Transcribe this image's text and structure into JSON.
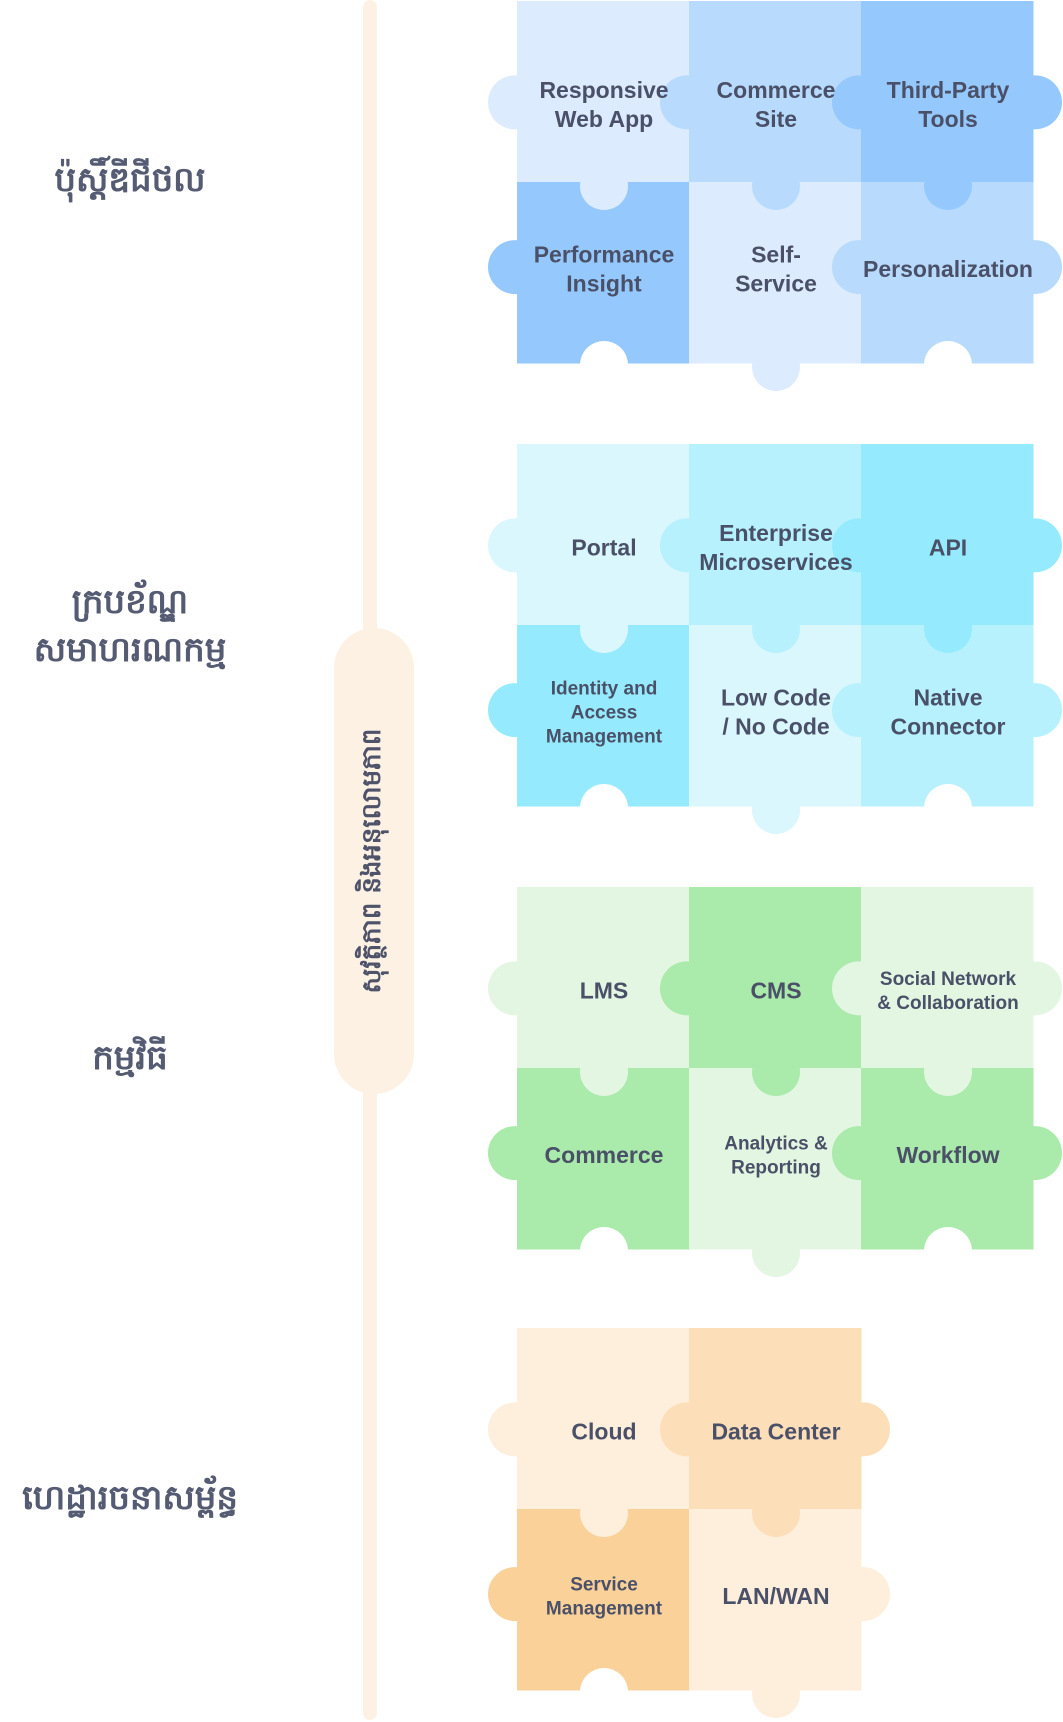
{
  "layers": [
    {
      "label": "ប៉ុស្តិ៍ឌីជីថល",
      "label_lines": [
        "ប៉ុស្តិ៍ឌីជីថល"
      ],
      "columns": 3,
      "palette": {
        "light": "#dcebfd",
        "mid": "#b8dbfd",
        "dark": "#95c9fd"
      },
      "pieces": [
        {
          "label": "Responsive Web App",
          "lines": [
            "Responsive",
            "Web App"
          ],
          "tone": "light",
          "size": "normal"
        },
        {
          "label": "Commerce Site",
          "lines": [
            "Commerce",
            "Site"
          ],
          "tone": "mid",
          "size": "normal"
        },
        {
          "label": "Third-Party Tools",
          "lines": [
            "Third-Party",
            "Tools"
          ],
          "tone": "dark",
          "size": "normal"
        },
        {
          "label": "Performance Insight",
          "lines": [
            "Performance",
            "Insight"
          ],
          "tone": "dark",
          "size": "normal"
        },
        {
          "label": "Self-Service",
          "lines": [
            "Self-",
            "Service"
          ],
          "tone": "light",
          "size": "normal"
        },
        {
          "label": "Personalization",
          "lines": [
            "Personalization"
          ],
          "tone": "mid",
          "size": "normal"
        }
      ]
    },
    {
      "label": "ក្របខ័ណ្ឌសមាហរណកម្ម",
      "label_lines": [
        "ក្របខ័ណ្ឌ",
        "សមាហរណកម្ម"
      ],
      "columns": 3,
      "palette": {
        "light": "#daf7fd",
        "mid": "#b6f1fd",
        "dark": "#95ebfd"
      },
      "pieces": [
        {
          "label": "Portal",
          "lines": [
            "Portal"
          ],
          "tone": "light",
          "size": "normal"
        },
        {
          "label": "Enterprise Microservices",
          "lines": [
            "Enterprise",
            "Microservices"
          ],
          "tone": "mid",
          "size": "normal"
        },
        {
          "label": "API",
          "lines": [
            "API"
          ],
          "tone": "dark",
          "size": "normal"
        },
        {
          "label": "Identity and Access Management",
          "lines": [
            "Identity and",
            "Access",
            "Management"
          ],
          "tone": "dark",
          "size": "small"
        },
        {
          "label": "Low Code / No Code",
          "lines": [
            "Low Code",
            "/ No Code"
          ],
          "tone": "light",
          "size": "normal"
        },
        {
          "label": "Native Connector",
          "lines": [
            "Native",
            "Connector"
          ],
          "tone": "mid",
          "size": "normal"
        }
      ]
    },
    {
      "label": "កម្មវិធី",
      "label_lines": [
        "កម្មវិធី"
      ],
      "columns": 3,
      "palette": {
        "light": "#e2f6e2",
        "mid": "#c9efc6",
        "dark": "#aaeaaa"
      },
      "pieces": [
        {
          "label": "LMS",
          "lines": [
            "LMS"
          ],
          "tone": "light",
          "size": "normal"
        },
        {
          "label": "CMS",
          "lines": [
            "CMS"
          ],
          "tone": "dark",
          "size": "normal"
        },
        {
          "label": "Social Network & Collaboration",
          "lines": [
            "Social Network",
            "& Collaboration"
          ],
          "tone": "light",
          "size": "small"
        },
        {
          "label": "Commerce",
          "lines": [
            "Commerce"
          ],
          "tone": "dark",
          "size": "normal"
        },
        {
          "label": "Analytics & Reporting",
          "lines": [
            "Analytics &",
            "Reporting"
          ],
          "tone": "light",
          "size": "small"
        },
        {
          "label": "Workflow",
          "lines": [
            "Workflow"
          ],
          "tone": "dark",
          "size": "normal"
        }
      ]
    },
    {
      "label": "ហេដ្ឋារចនាសម្ព័ន្ធ",
      "label_lines": [
        "ហេដ្ឋារចនាសម្ព័ន្ធ"
      ],
      "columns": 2,
      "palette": {
        "light": "#feefdd",
        "mid": "#fcdfb9",
        "dark": "#fad198"
      },
      "pieces": [
        {
          "label": "Cloud",
          "lines": [
            "Cloud"
          ],
          "tone": "light",
          "size": "normal"
        },
        {
          "label": "Data Center",
          "lines": [
            "Data Center"
          ],
          "tone": "mid",
          "size": "normal"
        },
        {
          "label": "Service Management",
          "lines": [
            "Service",
            "Management"
          ],
          "tone": "dark",
          "size": "small"
        },
        {
          "label": "LAN/WAN",
          "lines": [
            "LAN/WAN"
          ],
          "tone": "light",
          "size": "normal"
        }
      ]
    }
  ],
  "security": {
    "label": "សុវត្ថិភាព និងអនុលោមភាព",
    "color": "#fdf1e3"
  },
  "text_color": "#4a5068"
}
